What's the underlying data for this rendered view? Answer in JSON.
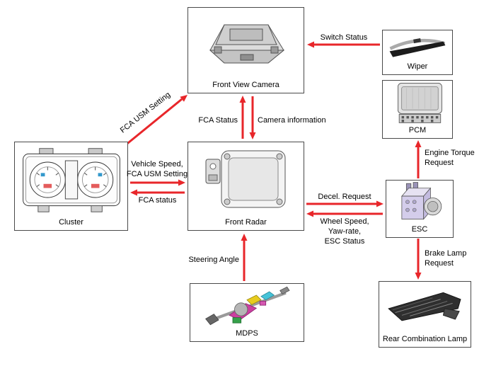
{
  "colors": {
    "arrow": "#e8262a",
    "box_border": "#4a4a4a",
    "text": "#000000"
  },
  "nodes": {
    "front_view_camera": {
      "label": "Front View Camera"
    },
    "wiper": {
      "label": "Wiper"
    },
    "pcm": {
      "label": "PCM"
    },
    "esc": {
      "label": "ESC"
    },
    "rear_combination_lamp": {
      "label": "Rear Combination Lamp"
    },
    "cluster": {
      "label": "Cluster"
    },
    "front_radar": {
      "label": "Front Radar"
    },
    "mdps": {
      "label": "MDPS"
    }
  },
  "edges": {
    "switch_status": {
      "label": "Switch Status",
      "from": "Wiper",
      "to": "Front View Camera"
    },
    "fca_usm_setting_diagonal": {
      "label": "FCA USM Setting",
      "from": "Cluster",
      "to": "Front View Camera"
    },
    "fca_status_camera": {
      "label": "FCA Status",
      "from": "Front Radar",
      "to": "Front View Camera"
    },
    "camera_information": {
      "label": "Camera information",
      "from": "Front View Camera",
      "to": "Front Radar"
    },
    "vehicle_speed_fca_usm": {
      "label": "Vehicle Speed,\nFCA USM Setting",
      "from": "Cluster",
      "to": "Front Radar"
    },
    "fca_status": {
      "label": "FCA status",
      "from": "Front Radar",
      "to": "Cluster"
    },
    "decel_request": {
      "label": "Decel. Request",
      "from": "Front Radar",
      "to": "ESC"
    },
    "wheel_speed_yaw": {
      "label": "Wheel Speed,\nYaw-rate,\nESC Status",
      "from": "ESC",
      "to": "Front Radar"
    },
    "engine_torque_request": {
      "label": "Engine Torque\nRequest",
      "from": "ESC",
      "to": "PCM"
    },
    "brake_lamp_request": {
      "label": "Brake Lamp\nRequest",
      "from": "ESC",
      "to": "Rear Combination Lamp"
    },
    "steering_angle": {
      "label": "Steering Angle",
      "from": "MDPS",
      "to": "Front Radar"
    }
  }
}
